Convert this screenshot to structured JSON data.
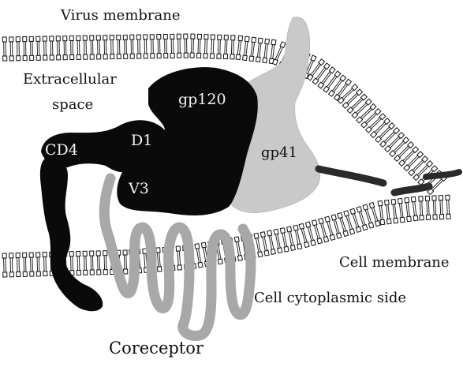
{
  "labels": {
    "virus_membrane": "Virus membrane",
    "extracellular_1": "Extracellular",
    "extracellular_2": "space",
    "gp120": "gp120",
    "cd4": "CD4",
    "d1": "D1",
    "gp41": "gp41",
    "v3": "V3",
    "cell_membrane": "Cell membrane",
    "cytoplasmic": "Cell cytoplasmic side",
    "coreceptor": "Coreceptor"
  },
  "colors": {
    "background": "#ffffff",
    "gp120": "#0a0a0a",
    "cd4": "#0a0a0a",
    "gp41": "#c9c9c9",
    "coreceptor": "#a8a8a8",
    "lipid_outline": "#111111",
    "text": "#111111",
    "text_on_dark": "#f2f2f2"
  }
}
